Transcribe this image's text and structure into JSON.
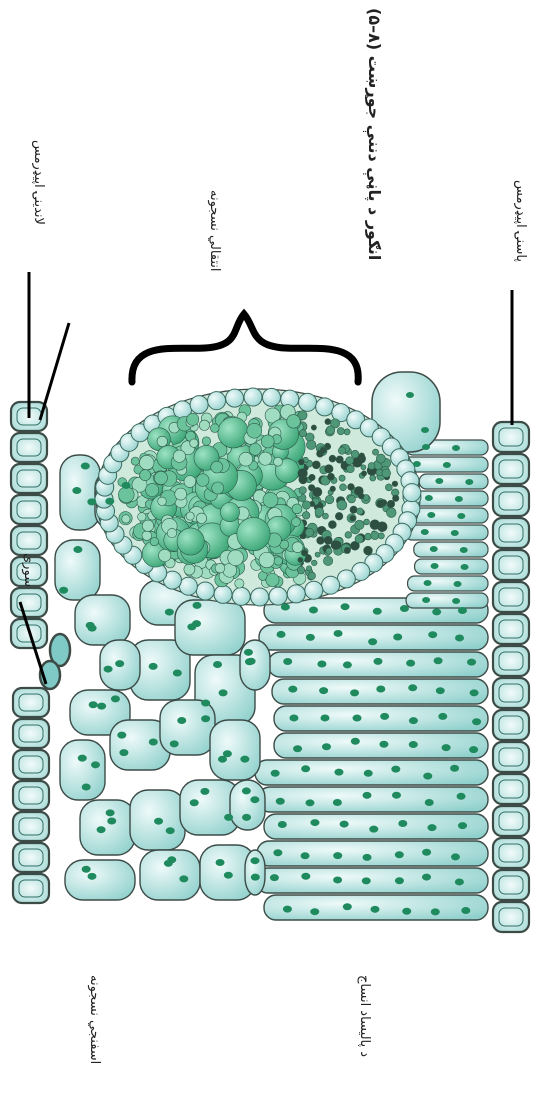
{
  "figure": {
    "title": "(۵–۸) انګور د پاڼې دننې جوړښت"
  },
  "labels": {
    "upper_epidermis": "پاسنۍ اپیډرمس",
    "lower_epidermis": "لاندینۍ اپیډرمس",
    "vascular_tissue": "انتقالي نسجونه",
    "stoma": "سوری",
    "palisade": "د پالیساد انساج",
    "spongy": "اسفنجي نسجونه"
  },
  "colors": {
    "cell_fill": "#cfeeee",
    "cell_fill_dark": "#7fc9c6",
    "cell_stroke": "#3d4b47",
    "chloroplast": "#1f8a5e",
    "vascular_large": "#3cb580",
    "vascular_small": "#5e9e7f",
    "epidermis_fill": "#d8f3f1",
    "brace": "#000000"
  }
}
